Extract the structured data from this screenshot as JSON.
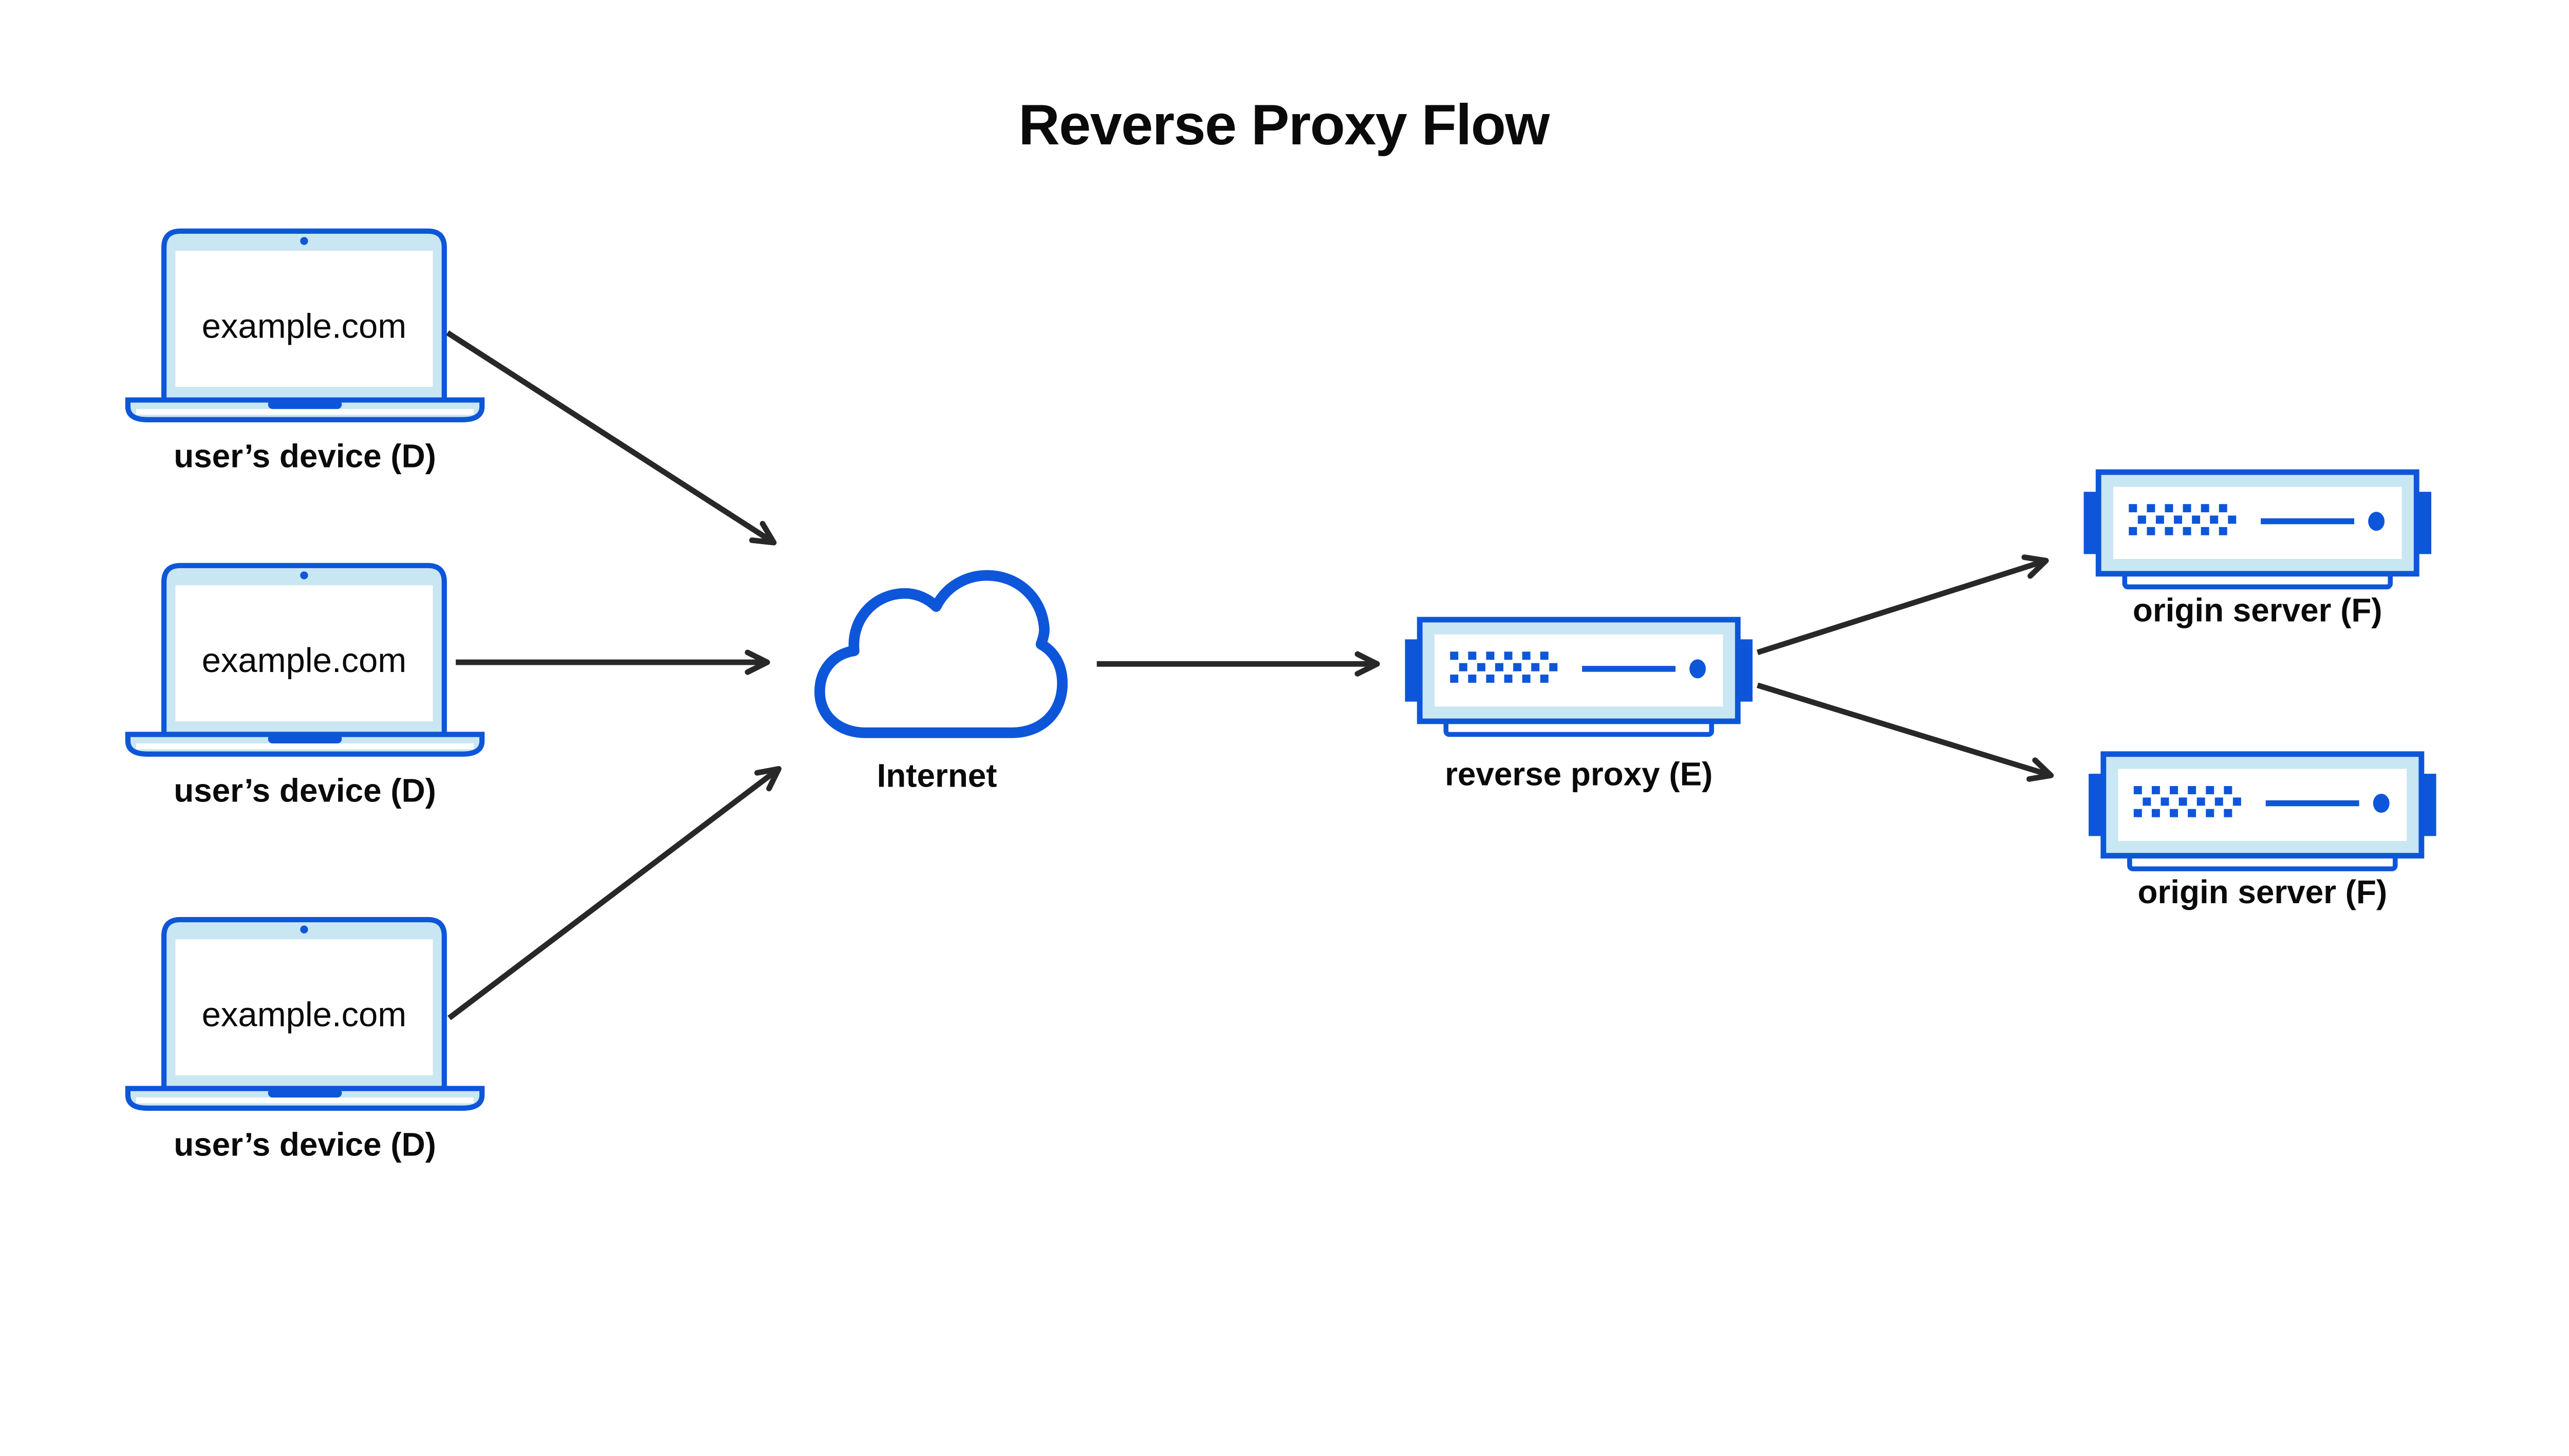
{
  "title": "Reverse Proxy Flow",
  "colors": {
    "blue": "#0e56d9",
    "light_blue": "#c9e6f3",
    "arrow": "#282828",
    "text": "#0a0a0a",
    "background": "#ffffff"
  },
  "devices": [
    {
      "screen_text": "example.com",
      "label": "user’s device (D)"
    },
    {
      "screen_text": "example.com",
      "label": "user’s device (D)"
    },
    {
      "screen_text": "example.com",
      "label": "user’s device (D)"
    }
  ],
  "internet": {
    "label": "Internet"
  },
  "reverse_proxy": {
    "label": "reverse proxy (E)"
  },
  "origin_servers": [
    {
      "label": "origin server (F)"
    },
    {
      "label": "origin server (F)"
    }
  ],
  "icons": {
    "device": "laptop-icon",
    "internet": "cloud-icon",
    "reverse_proxy": "server-icon",
    "origin_server": "server-icon",
    "connector": "arrow-icon"
  },
  "connections": [
    {
      "from": "user’s device (D) #1",
      "to": "Internet"
    },
    {
      "from": "user’s device (D) #2",
      "to": "Internet"
    },
    {
      "from": "user’s device (D) #3",
      "to": "Internet"
    },
    {
      "from": "Internet",
      "to": "reverse proxy (E)"
    },
    {
      "from": "reverse proxy (E)",
      "to": "origin server (F) #1"
    },
    {
      "from": "reverse proxy (E)",
      "to": "origin server (F) #2"
    }
  ]
}
